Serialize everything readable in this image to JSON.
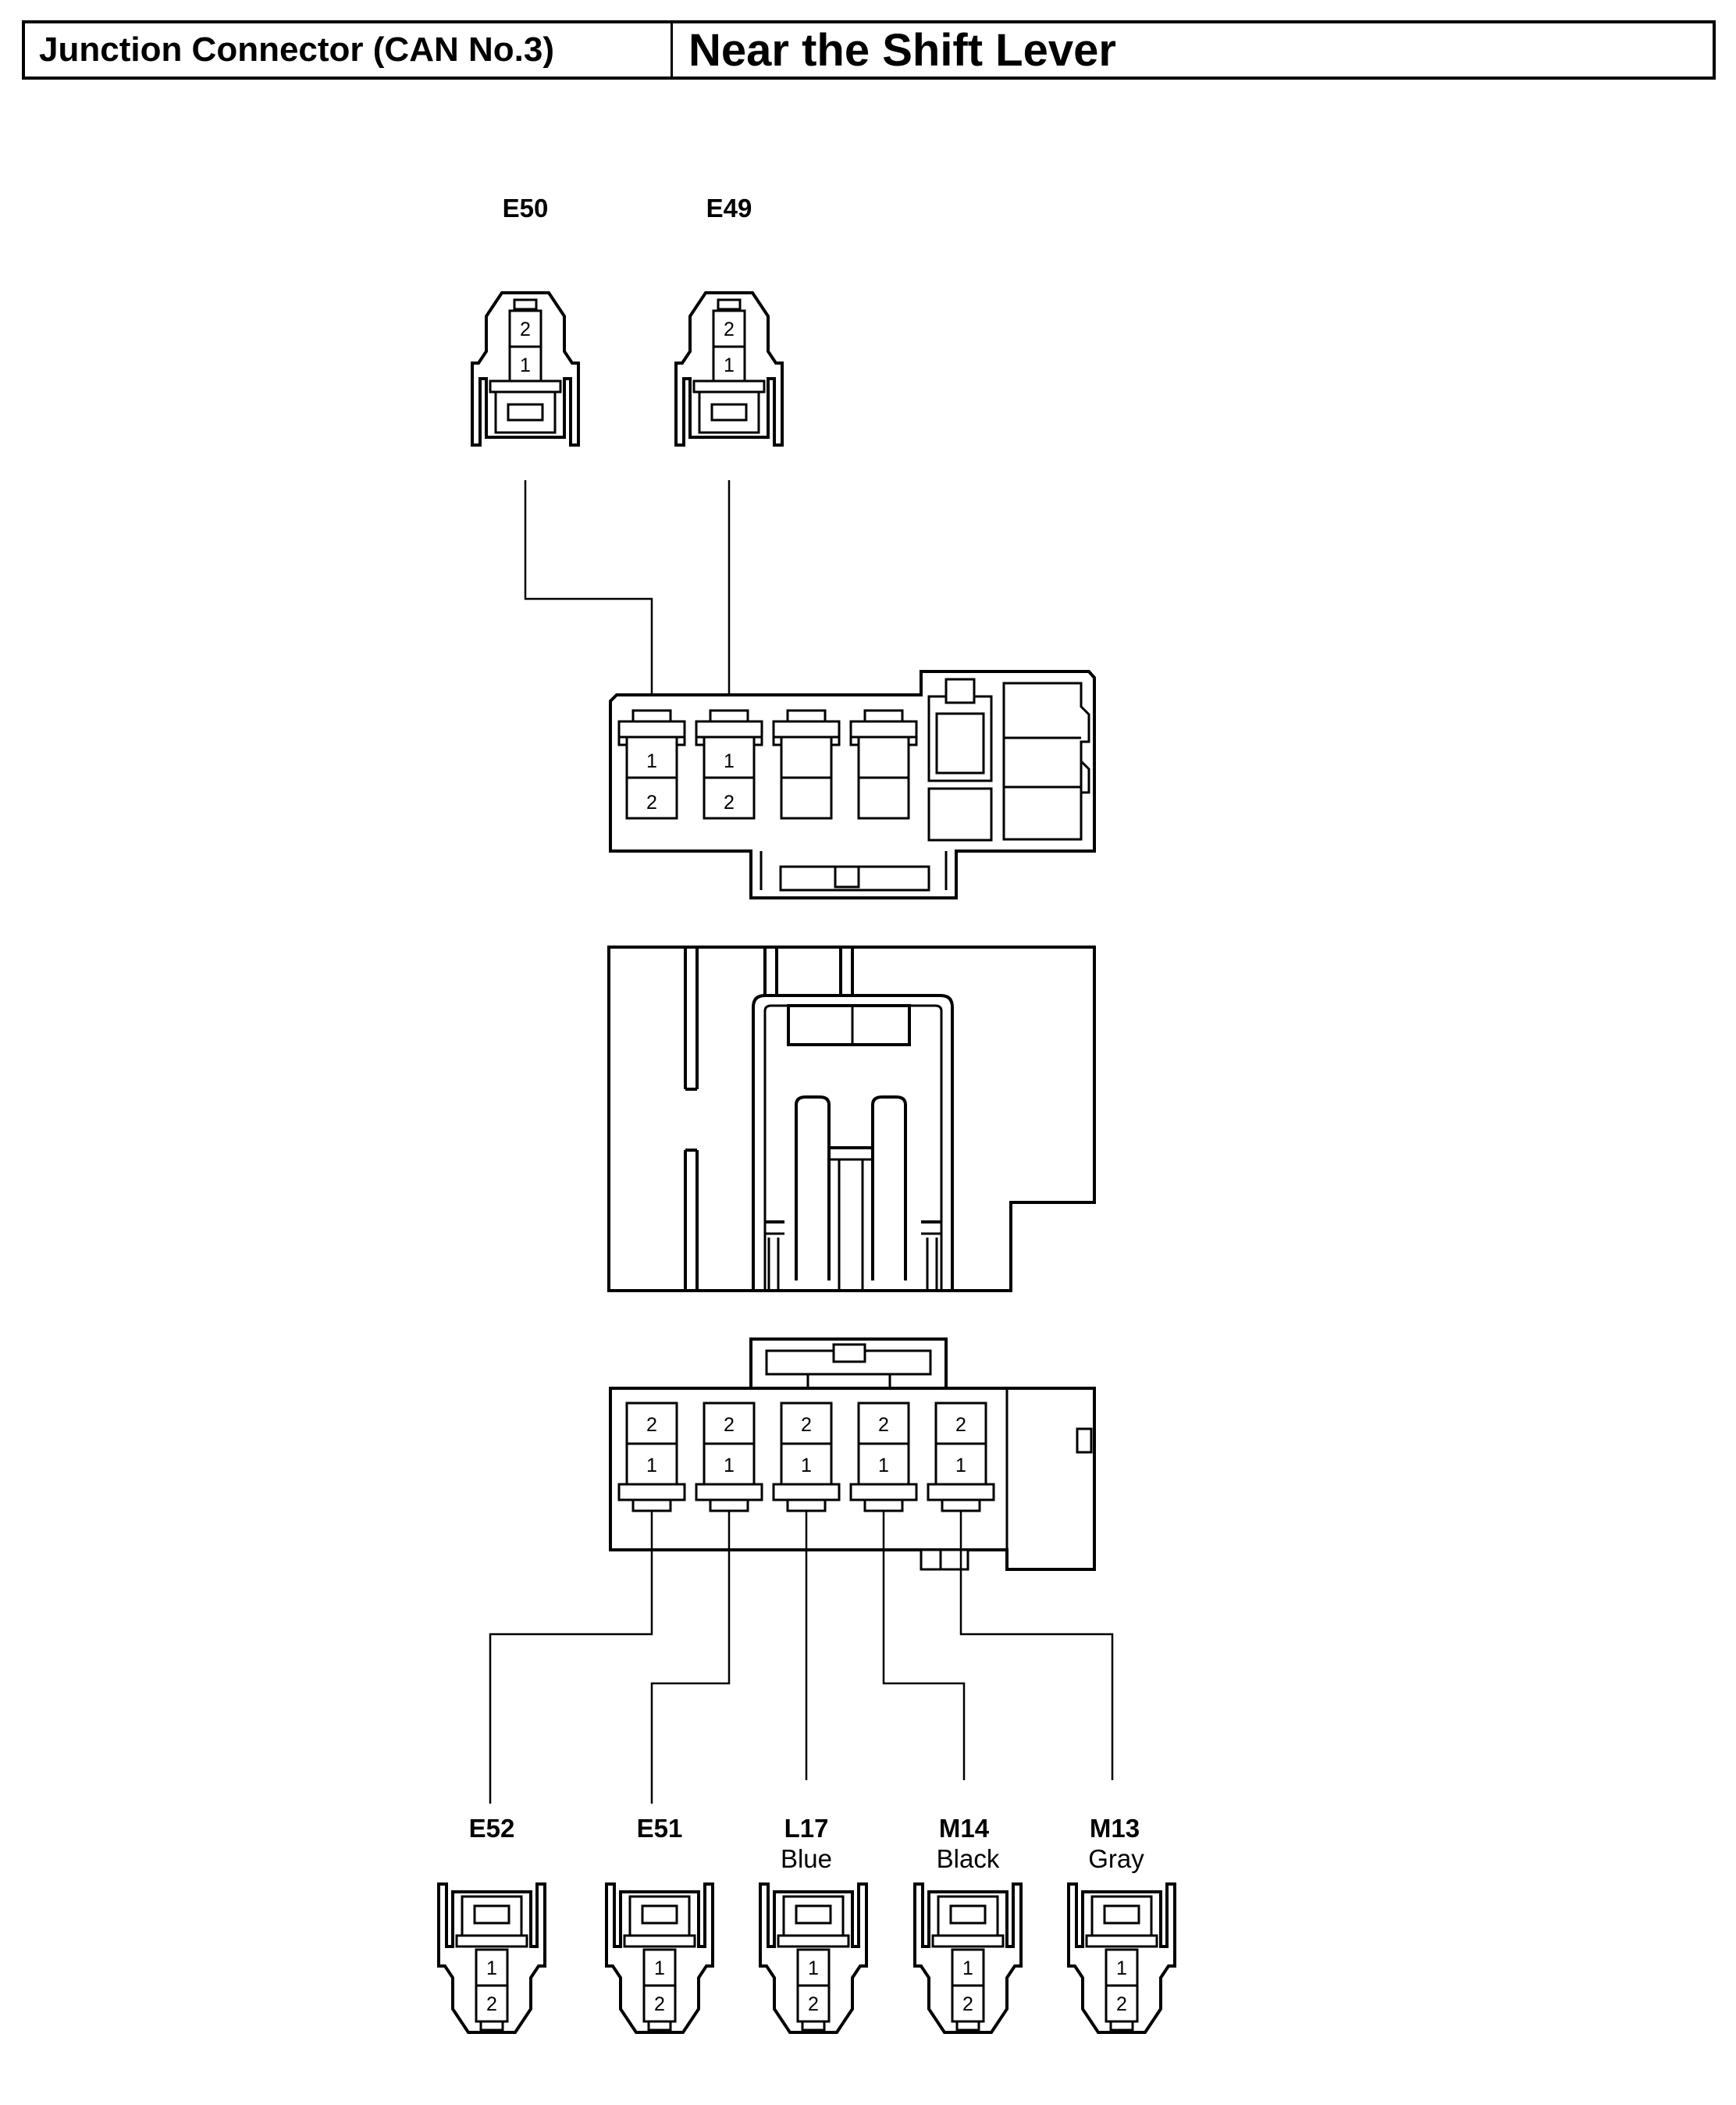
{
  "header": {
    "connector_title": "Junction Connector (CAN No.3)",
    "location": "Near the Shift Lever"
  },
  "top_connectors": [
    {
      "id": "E50",
      "color": ""
    },
    {
      "id": "E49",
      "color": ""
    }
  ],
  "bottom_connectors": [
    {
      "id": "E52",
      "color": ""
    },
    {
      "id": "E51",
      "color": ""
    },
    {
      "id": "L17",
      "color": "Blue"
    },
    {
      "id": "M14",
      "color": "Black"
    },
    {
      "id": "M13",
      "color": "Gray"
    }
  ],
  "pin_labels": {
    "pin1": "1",
    "pin2": "2"
  }
}
